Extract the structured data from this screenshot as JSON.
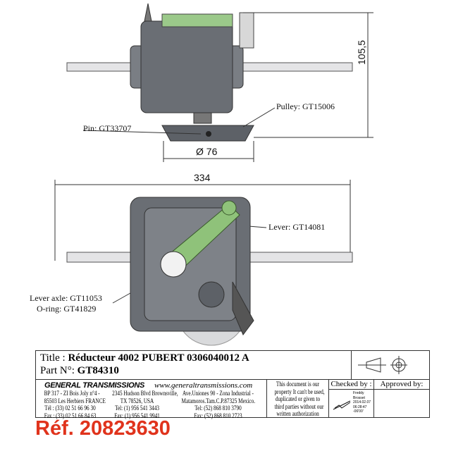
{
  "dimensions": {
    "height": "105,5",
    "pulley_diameter": "Ø 76",
    "length": "334"
  },
  "callouts": {
    "pin": "Pin: GT33707",
    "pulley": "Pulley: GT15006",
    "lever": "Lever: GT14081",
    "lever_axle": "Lever axle: GT11053",
    "o_ring": "O-ring: GT41829"
  },
  "title_block": {
    "title_label": "Title :",
    "title": "Réducteur 4002 PUBERT 0306040012 A",
    "part_label": "Part N°:",
    "part_no": "GT84310",
    "company": "GENERAL TRANSMISSIONS",
    "website": "www.generaltransmissions.com",
    "addr_fr": [
      "BP 317 - ZI Bois Joly n°4 -",
      "85503 Les Herbiers FRANCE",
      "Tél : (33) 02 51 66 96 30",
      "Fax : (33) 02 51 66 84 63"
    ],
    "addr_us": [
      "2345 Hudson Blvd Brownsville,",
      "TX 78526, USA",
      "Tel: (1) 956 541 3443",
      "Fax: (1) 956 541 9941"
    ],
    "addr_mx": [
      "Ave.Uniones 90 - Zona Industrial -",
      "Matamoros.Tam.C.P.87325 Mexico.",
      "Tel: (52) 868 810 3790",
      "Fax: (52) 868 810 2723"
    ],
    "notice": [
      "This document is our",
      "property It can't be used,",
      "duplicated or given to",
      "third parties without our",
      "written authorization"
    ],
    "checked_by": "Checked by :",
    "approved_by": "Approved by:",
    "signature": [
      "Freddy",
      "Brosset",
      "2014.02.07",
      "06:28:47",
      "-06'00'"
    ]
  },
  "reference": "Réf. 20823630",
  "colors": {
    "housing": "#6f7378",
    "lever": "#8fc27a",
    "ref": "#e0331c"
  }
}
